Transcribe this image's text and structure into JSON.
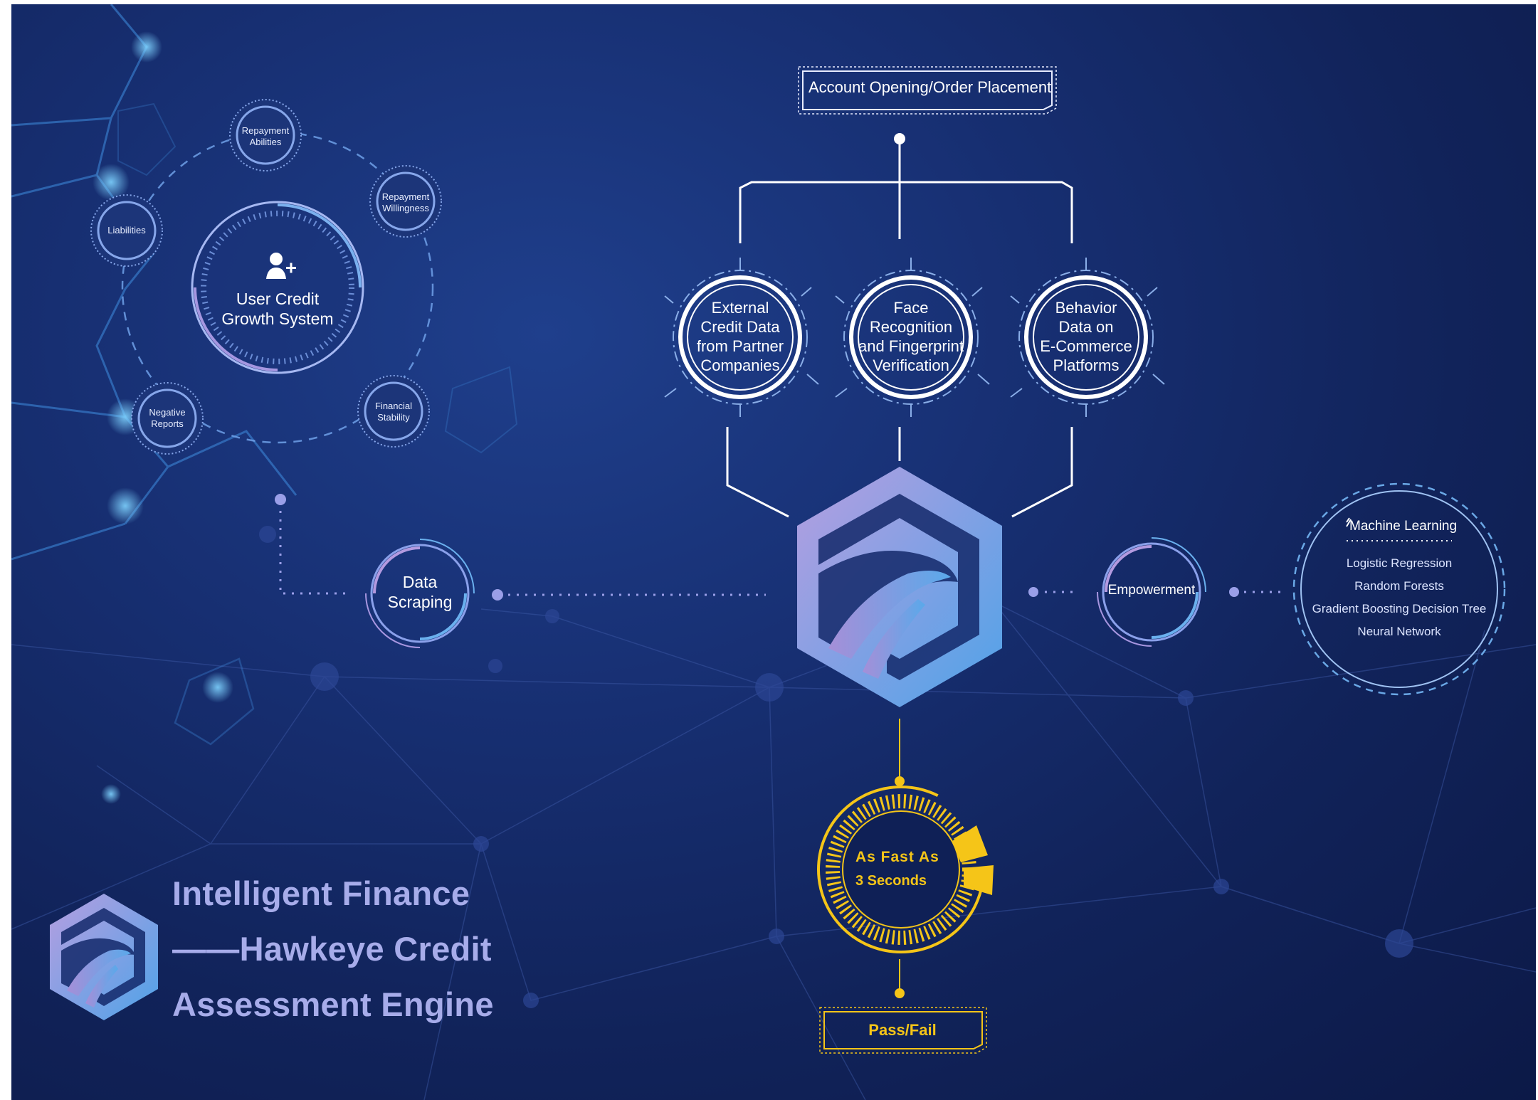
{
  "header": {
    "entry_label": "Account Opening/Order Placement"
  },
  "credit_system": {
    "center_label": "User Credit Growth System",
    "center_lines": [
      "User Credit",
      "Growth System"
    ],
    "satellites": [
      {
        "lines": [
          "Repayment",
          "Abilities"
        ]
      },
      {
        "lines": [
          "Repayment",
          "Willingness"
        ]
      },
      {
        "lines": [
          "Liabilities"
        ]
      },
      {
        "lines": [
          "Negative",
          "Reports"
        ]
      },
      {
        "lines": [
          "Financial",
          "Stability"
        ]
      }
    ]
  },
  "data_sources": [
    {
      "lines": [
        "External",
        "Credit Data",
        "from Partner",
        "Companies"
      ]
    },
    {
      "lines": [
        "Face",
        "Recognition",
        "and Fingerprint",
        "Verification"
      ]
    },
    {
      "lines": [
        "Behavior",
        "Data on",
        "E-Commerce",
        "Platforms"
      ]
    }
  ],
  "data_scraping": {
    "lines": [
      "Data",
      "Scraping"
    ]
  },
  "empowerment": {
    "label": "Empowerment"
  },
  "machine_learning": {
    "title": "Machine Learning",
    "items": [
      "Logistic Regression",
      "Random Forests",
      "Gradient Boosting Decision Tree",
      "Neural Network"
    ]
  },
  "speed": {
    "line1": "As Fast As",
    "line2": "3 Seconds"
  },
  "result": {
    "label": "Pass/Fail"
  },
  "title": {
    "lines": [
      "Intelligent Finance",
      "——Hawkeye Credit",
      "Assessment Engine"
    ]
  },
  "colors": {
    "accent_blue": "#6aa8e6",
    "accent_purple": "#a7acea",
    "accent_yellow": "#f5c518",
    "background": "#13286a"
  }
}
